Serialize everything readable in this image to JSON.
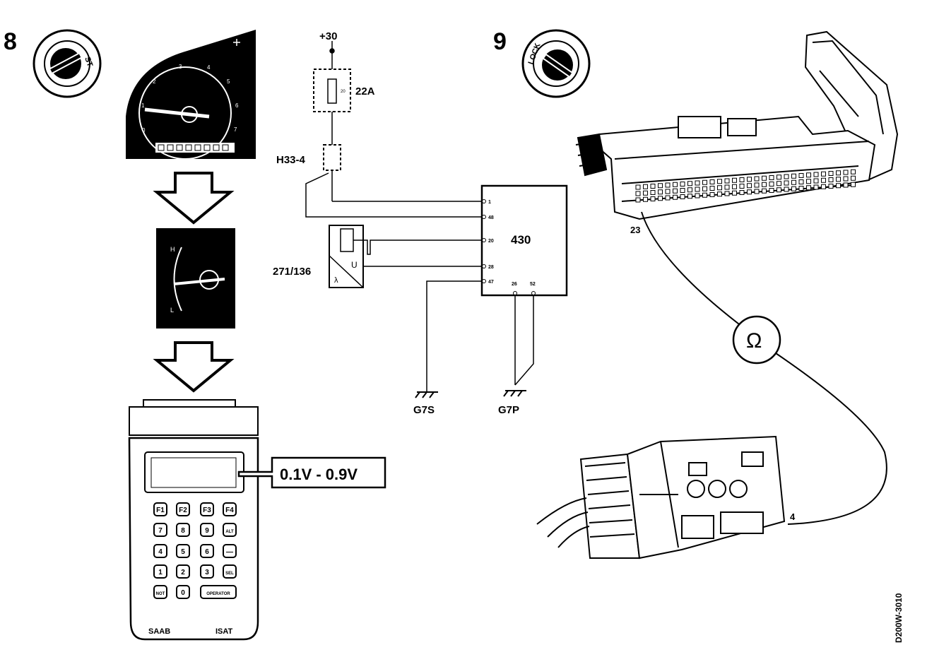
{
  "steps": {
    "step8": "8",
    "step9": "9"
  },
  "ignition": {
    "st_label": "ST",
    "lock_label": "LOCK"
  },
  "gauge": {
    "ticks": [
      "0",
      "1",
      "2",
      "3",
      "4",
      "5",
      "6",
      "7"
    ]
  },
  "temp_gauge": {
    "high": "H",
    "low": "L"
  },
  "readout": {
    "value": "0.1V - 0.9V"
  },
  "isat": {
    "brand": "SAAB",
    "model": "ISAT",
    "keys": [
      [
        "F1",
        "F2",
        "F3",
        "F4"
      ],
      [
        "7",
        "8",
        "9",
        "ALT"
      ],
      [
        "4",
        "5",
        "6",
        "—"
      ],
      [
        "1",
        "2",
        "3",
        "SEL"
      ],
      [
        "NOT",
        "0",
        "OPERATOR"
      ]
    ]
  },
  "schematic": {
    "supply": "+30",
    "fuse": "22A",
    "fuse_small": "20",
    "connector": "H33-4",
    "sensor": "271/136",
    "sensor_u": "U",
    "sensor_lambda": "λ",
    "ecu": "430",
    "pins_left": [
      "1",
      "48",
      "20",
      "28",
      "47"
    ],
    "pins_bottom": [
      "26",
      "52"
    ],
    "ground1": "G7S",
    "ground2": "G7P"
  },
  "meter": {
    "symbol": "Ω",
    "pin_a": "23",
    "pin_b": "4"
  },
  "figure_id": "D200W-3010",
  "colors": {
    "ink": "#000000",
    "paper": "#ffffff",
    "panel": "#000000"
  }
}
